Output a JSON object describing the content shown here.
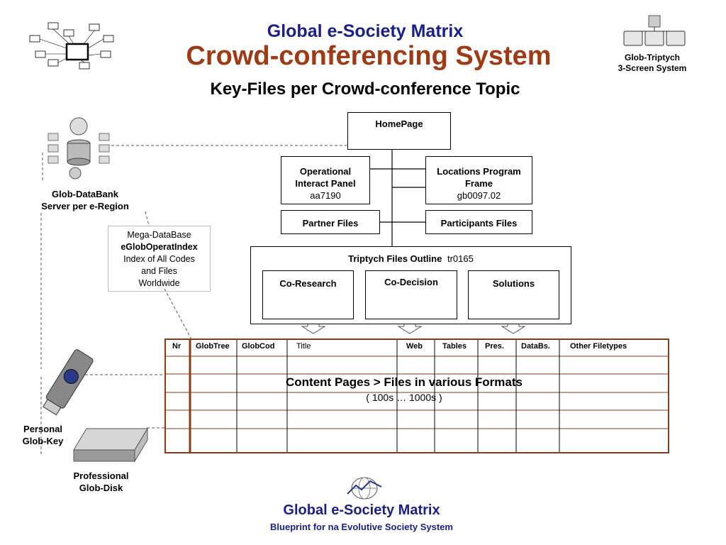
{
  "header": {
    "title": "Global e-Society Matrix",
    "subtitle": "Crowd-conferencing System",
    "heading": "Key-Files per Crowd-conference Topic"
  },
  "triptych": {
    "line1": "Glob-Triptych",
    "line2": "3-Screen System"
  },
  "databank": {
    "line1": "Glob-DataBank",
    "line2": "Server per e-Region"
  },
  "mega": {
    "line1": "Mega-DataBase",
    "line2": "eGlobOperatIndex",
    "line3": "Index of All Codes",
    "line4": "and Files",
    "line5": "Worldwide"
  },
  "homepage": {
    "label": "HomePage"
  },
  "operational": {
    "line1": "Operational",
    "line2": "Interact Panel",
    "code": "aa7190"
  },
  "locations": {
    "line1": "Locations Program",
    "line2": "Frame",
    "code": "gb0097.02"
  },
  "partner": {
    "label": "Partner Files"
  },
  "participants": {
    "label": "Participants Files"
  },
  "triptych_outline": {
    "label": "Triptych Files Outline",
    "code": "tr0165",
    "stages": [
      "Co-Research",
      "Co-Decision",
      "Solutions"
    ]
  },
  "table": {
    "headers": [
      "Nr",
      "GlobTree",
      "GlobCod",
      "Title",
      "Web",
      "Tables",
      "Pres.",
      "DataBs.",
      "Other Filetypes"
    ],
    "content_title": "Content Pages > Files in various Formats",
    "content_sub": "( 100s … 1000s )"
  },
  "key": {
    "line1": "Personal",
    "line2": "Glob-Key"
  },
  "disk": {
    "line1": "Professional",
    "line2": "Glob-Disk"
  },
  "footer": {
    "title": "Global e-Society Matrix",
    "subtitle": "Blueprint for na Evolutive Society System"
  },
  "colors": {
    "navy": "#1a1f8c",
    "rust": "#a03a14",
    "frame": "#8a3a14"
  }
}
